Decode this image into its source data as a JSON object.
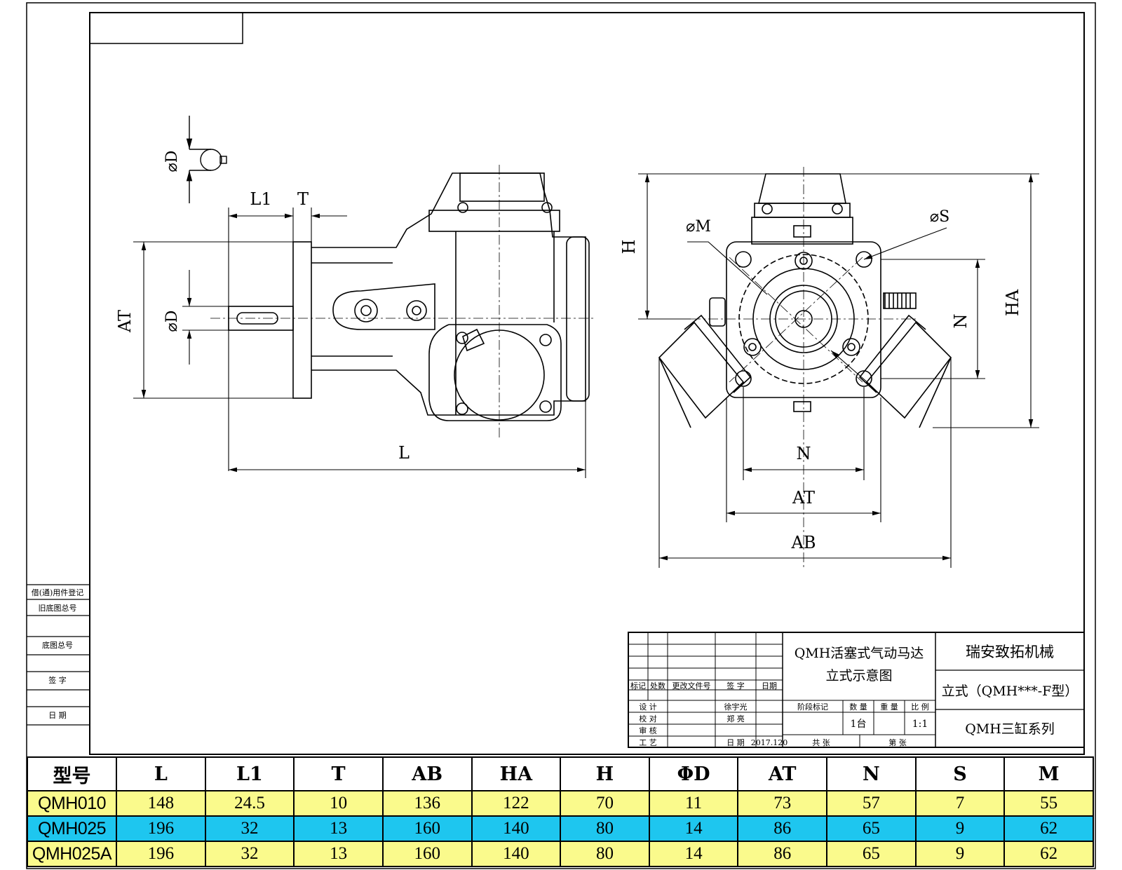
{
  "drawing": {
    "side_view_labels": {
      "d_top": "⌀D",
      "l1": "L1",
      "t": "T",
      "at": "AT",
      "d_shaft": "⌀D",
      "l": "L"
    },
    "front_view_labels": {
      "m": "⌀M",
      "s": "⌀S",
      "h": "H",
      "ha": "HA",
      "n_vertical": "N",
      "n_horizontal": "N",
      "at": "AT",
      "ab": "AB"
    }
  },
  "left_strip": {
    "items": [
      "借(通)用件登记",
      "旧底图总号",
      "底图总号",
      "签 字",
      "日 期"
    ]
  },
  "title_block": {
    "revision_headers": [
      "标记",
      "处数",
      "更改文件号",
      "签 字",
      "日期"
    ],
    "roles": [
      "设 计",
      "校 对",
      "审 核",
      "工 艺"
    ],
    "designer": "徐宇光",
    "checker": "郑 亮",
    "date_label": "日 期",
    "date_value": "2017.120",
    "title_line1": "QMH活塞式气动马达",
    "title_line2": "立式示意图",
    "stage_label": "阶段标记",
    "weight_label": "重 量",
    "ratio_label": "比 例",
    "qty_label": "数 量",
    "qty_value": "1台",
    "scale_value": "1:1",
    "sheet_label": "共 张",
    "sheet_no_label": "第 张",
    "company": "瑞安致拓机械",
    "model_line": "立式（QMH***-F型）",
    "series": "QMH三缸系列"
  },
  "spec_table": {
    "headers": [
      "型号",
      "L",
      "L1",
      "T",
      "AB",
      "HA",
      "H",
      "ΦD",
      "AT",
      "N",
      "S",
      "M"
    ],
    "rows": [
      {
        "style": "yellow",
        "cells": [
          "QMH010",
          "148",
          "24.5",
          "10",
          "136",
          "122",
          "70",
          "11",
          "73",
          "57",
          "7",
          "55"
        ]
      },
      {
        "style": "cyan",
        "cells": [
          "QMH025",
          "196",
          "32",
          "13",
          "160",
          "140",
          "80",
          "14",
          "86",
          "65",
          "9",
          "62"
        ]
      },
      {
        "style": "yellow",
        "cells": [
          "QMH025A",
          "196",
          "32",
          "13",
          "160",
          "140",
          "80",
          "14",
          "86",
          "65",
          "9",
          "62"
        ]
      }
    ]
  },
  "colors": {
    "yellow_row": "#fafa8c",
    "cyan_row": "#1ec6ef"
  }
}
